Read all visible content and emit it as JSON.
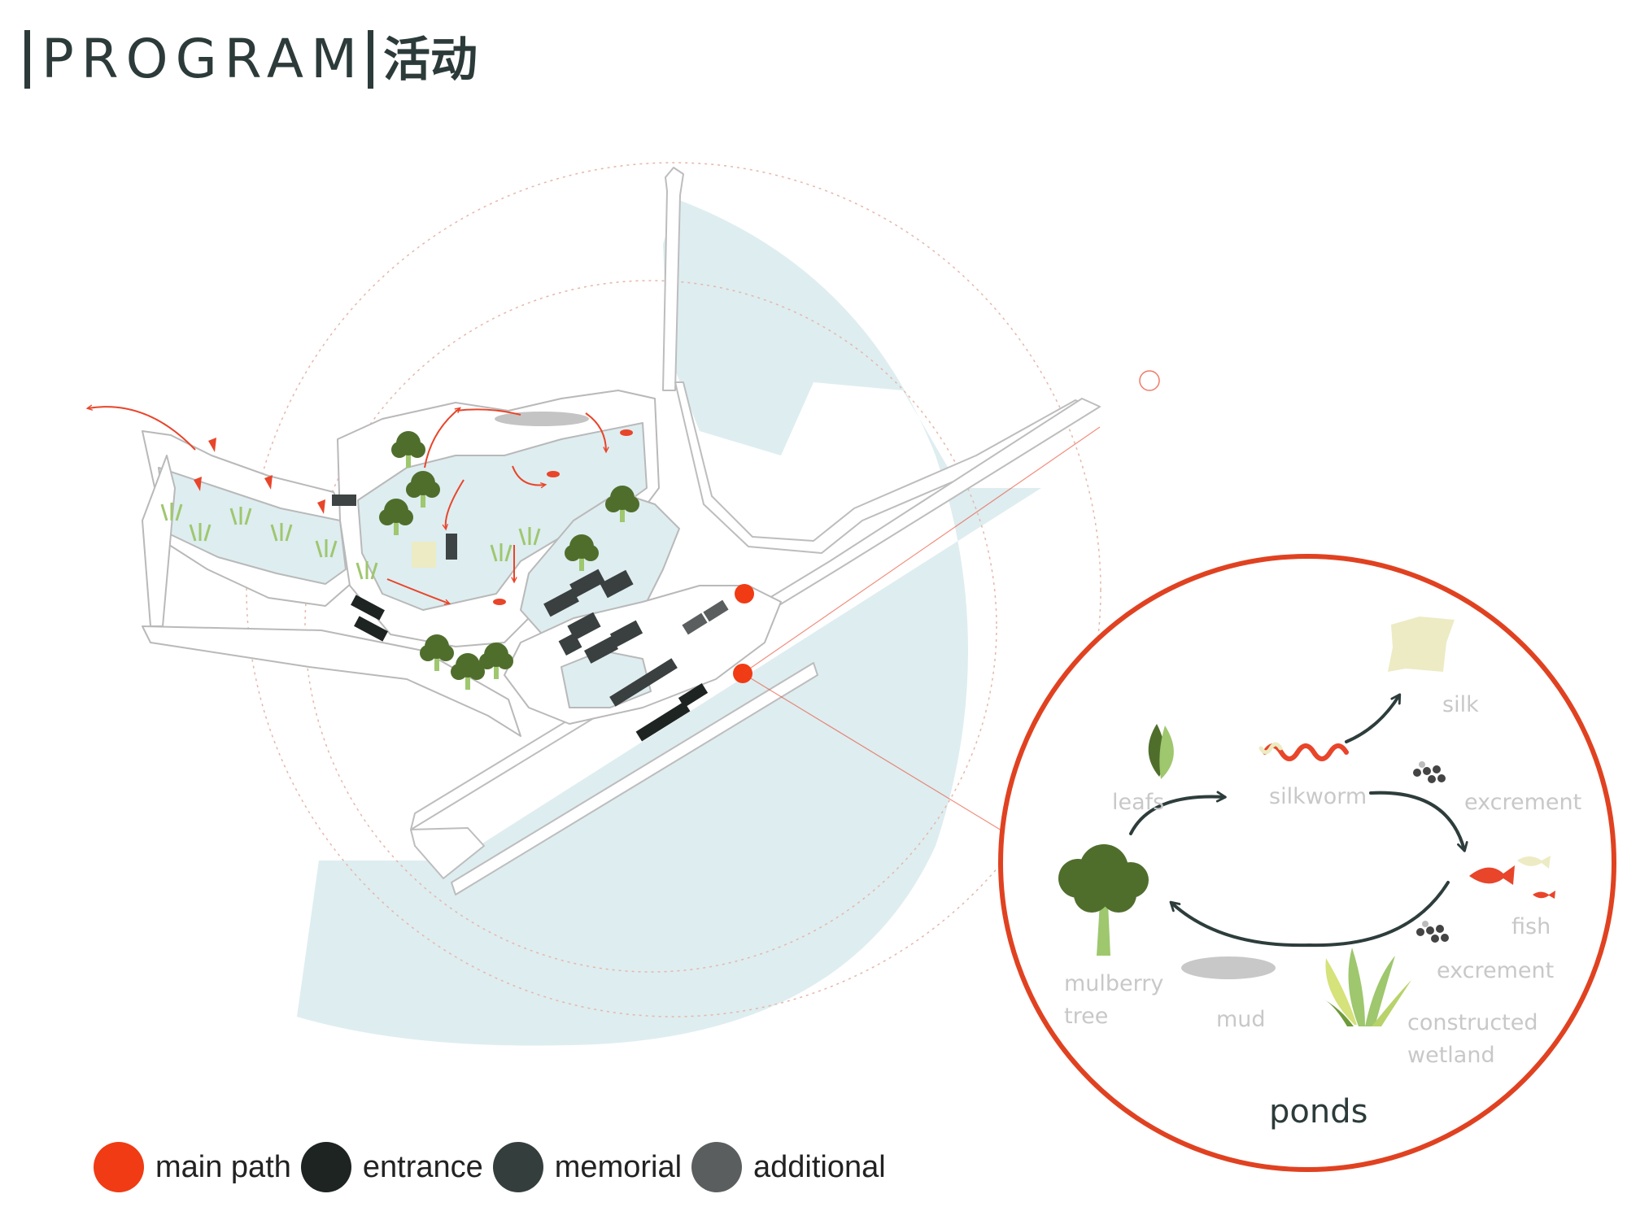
{
  "title": {
    "english": "PROGRAM",
    "chinese": "活动"
  },
  "cycle_labels": {
    "silk": "silk",
    "silkworm": "silkworm",
    "leafs": "leafs",
    "excrement_top": "excrement",
    "fish": "fish",
    "excrement_bottom": "excrement",
    "mulberry_1": "mulberry",
    "mulberry_2": "tree",
    "mud": "mud",
    "wetland_1": "constructed",
    "wetland_2": "wetland",
    "ponds": "ponds"
  },
  "legend": [
    {
      "label": "main path",
      "color": "#f03b14"
    },
    {
      "label": "entrance",
      "color": "#1e2422"
    },
    {
      "label": "memorial",
      "color": "#343e3d"
    },
    {
      "label": "additional",
      "color": "#5a5e5e"
    }
  ],
  "colors": {
    "water": "#deedf0",
    "accent": "#e8452a",
    "building": "#3a3f40",
    "tree": "#4f6e2c",
    "arrow": "#2d3d3c",
    "silk": "#ecebc3"
  }
}
